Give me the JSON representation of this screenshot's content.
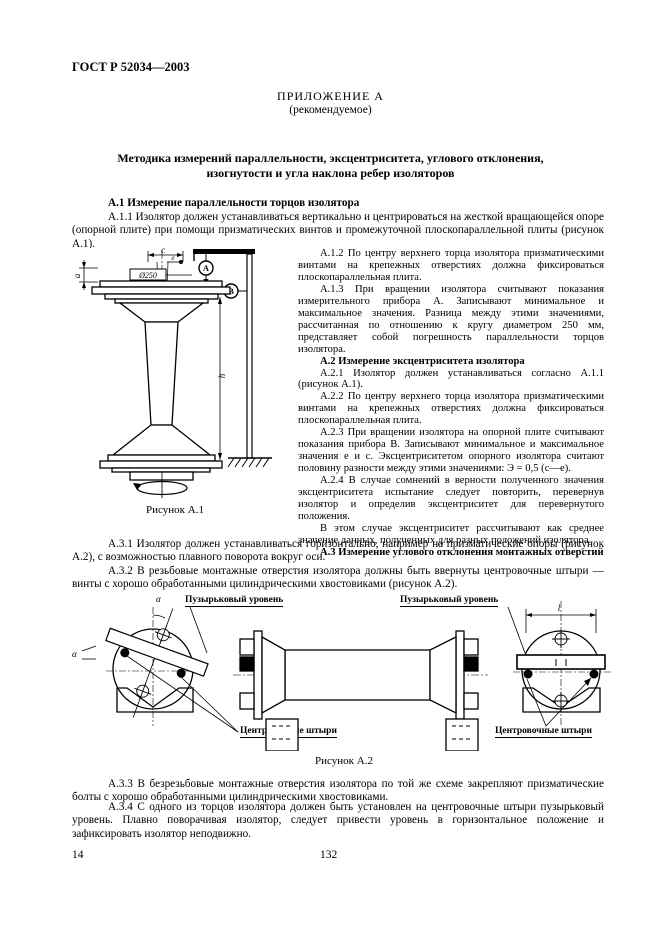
{
  "page": {
    "header": "ГОСТ Р 52034—2003",
    "appendix_title": "ПРИЛОЖЕНИЕ А",
    "appendix_subtitle": "(рекомендуемое)",
    "title_line1": "Методика измерений параллельности, эксцентриситета, углового отклонения,",
    "title_line2": "изогнутости и угла наклона ребер изоляторов",
    "page_number_left": "14",
    "page_number_center": "132"
  },
  "sections": {
    "a1_heading": "А.1 Измерение параллельности торцов изолятора",
    "a11": "А.1.1 Изолятор должен устанавливаться вертикально и центрироваться на жесткой вращающейся опоре (опорной плите) при помощи призматических винтов и промежуточной плоскопараллельной плиты (рисунок А.1).",
    "a12": "А.1.2 По центру верхнего торца изолятора призматическими винтами на крепежных отверстиях должна фиксироваться плоскопараллельная плита.",
    "a13": "А.1.3 При вращении изолятора считывают показания измерительного прибора А. Записывают минимальное и максимальное значения. Разница между этими значениями, рассчитанная по отношению к кругу диаметром 250 мм, представляет собой погрешность параллельности торцов изолятора.",
    "a2_heading": "А.2 Измерение эксцентриситета изолятора",
    "a21": "А.2.1 Изолятор должен устанавливаться согласно А.1.1 (рисунок А.1).",
    "a22": "А.2.2 По центру верхнего торца изолятора призматическими винтами на крепежных отверстиях должна фиксироваться плоскопараллельная плита.",
    "a23": "А.2.3 При вращении изолятора на опорной плите считывают показания прибора В. Записывают минимальное и максимальное значения е и с. Эксцентриситетом опорного изолятора считают половину разности между этими значениями: Э = 0,5 (с—е).",
    "a24": "А.2.4 В случае сомнений в верности полученного значения эксцентриситета испытание следует повторить, перевернув изолятор и определив эксцентриситет для перевернутого положения.",
    "a24_note": "В этом случае эксцентриситет рассчитывают как среднее значение данных, полученных для разных положений изолятора.",
    "a3_heading": "А.3 Измерение углового отклонения монтажных отверстий",
    "a31": "А.3.1 Изолятор должен устанавливаться горизонтально, например на призматические опоры (рисунок А.2), с возможностью плавного поворота вокруг оси.",
    "a32": "А.3.2 В резьбовые монтажные отверстия изолятора должны быть ввернуты центровочные штыри — винты с хорошо обработанными цилиндрическими хвостовиками (рисунок А.2).",
    "a33": "А.3.3 В безрезьбовые монтажные отверстия изолятора по той же схеме закрепляют призматические болты с хорошо обработанными цилиндрическими хвостовиками.",
    "a34": "А.3.4 С одного из торцов изолятора должен быть установлен на центровочные штыри пузырьковый уровень. Плавно поворачивая изолятор, следует привести уровень в горизонтальное положение и зафиксировать изолятор неподвижно."
  },
  "figure_a1": {
    "caption": "Рисунок А.1",
    "labels": {
      "device_a": "А",
      "device_b": "В",
      "dim_c": "c",
      "dim_e": "e",
      "dim_a": "a",
      "dim_h": "h",
      "diameter": "Ø250"
    }
  },
  "figure_a2": {
    "caption": "Рисунок А.2",
    "labels": {
      "level_left": "Пузырьковый уровень",
      "level_right": "Пузырьковый уровень",
      "pins_left": "Центровочные штыри",
      "pins_right": "Центровочные штыри",
      "alpha_top": "α",
      "alpha_left": "α",
      "dim_l": "l"
    }
  }
}
